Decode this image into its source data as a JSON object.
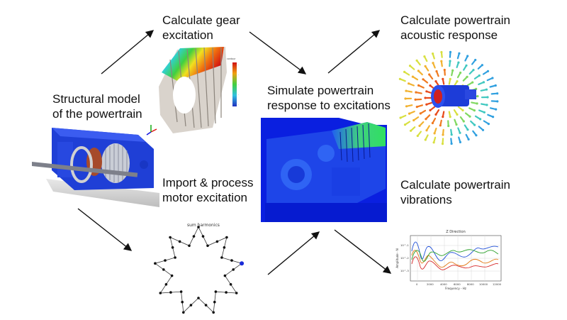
{
  "steps": {
    "structural": {
      "line1": "Structural model",
      "line2": "of the powertrain"
    },
    "gear": {
      "line1": "Calculate gear",
      "line2": "excitation"
    },
    "motor": {
      "line1": "Import & process",
      "line2": "motor excitation"
    },
    "simulate": {
      "line1": "Simulate powertrain",
      "line2": "response to excitations"
    },
    "acoustic": {
      "line1": "Calculate powertrain",
      "line2": "acoustic response"
    },
    "vibration": {
      "line1": "Calculate powertrain",
      "line2": "vibrations"
    }
  },
  "harmonics_plot": {
    "title": "sum harmonics"
  },
  "vibration_chart": {
    "title": "Z Direction",
    "xlabel": "Frequency - Hz",
    "ylabel": "Amplitude - N",
    "x_ticks": [
      "0",
      "2000",
      "4000",
      "6000",
      "8000",
      "10000",
      "12000"
    ],
    "y_ticks": [
      "10^-1",
      "10^-2",
      "10^-3"
    ]
  },
  "colors": {
    "arrow": "#111111",
    "model_blue": "#1f3fd6",
    "star_line": "#333333",
    "star_point": "#111111",
    "star_highlight": "#1a2bd8"
  }
}
